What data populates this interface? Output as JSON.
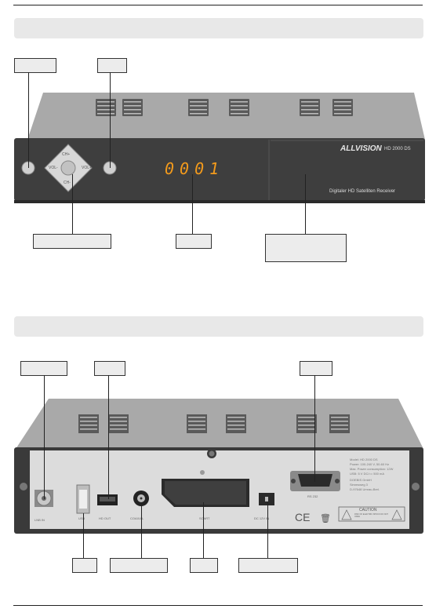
{
  "front_panel": {
    "brand": "ALLVISION",
    "model": "HD 2000 DS",
    "product_line": "Digitaler HD Satelliten Receiver",
    "display_text": "0001",
    "nav_up": "CH+",
    "nav_left": "VOL-",
    "nav_right": "VOL+",
    "nav_down": "CH-"
  },
  "rear_panel": {
    "ports": [
      "LNB IN",
      "USB",
      "HD OUT",
      "COAXIAL",
      "SCART",
      "DC 12V IN",
      "RS 232"
    ],
    "spec_lines": [
      "Model: HD 2000 DS",
      "Power: 100-240 V, 50-60 Hz",
      "Max. Power consumption: 12W",
      "USB: 5 V DC/== 500 mA",
      "DOEBIS GmbH",
      "Simmsweg 3",
      "D-97648 Umrau-Berl."
    ],
    "caution": "CAUTION",
    "caution_sub": "RISK OF ELECTRIC SHOCK DO NOT OPEN"
  }
}
